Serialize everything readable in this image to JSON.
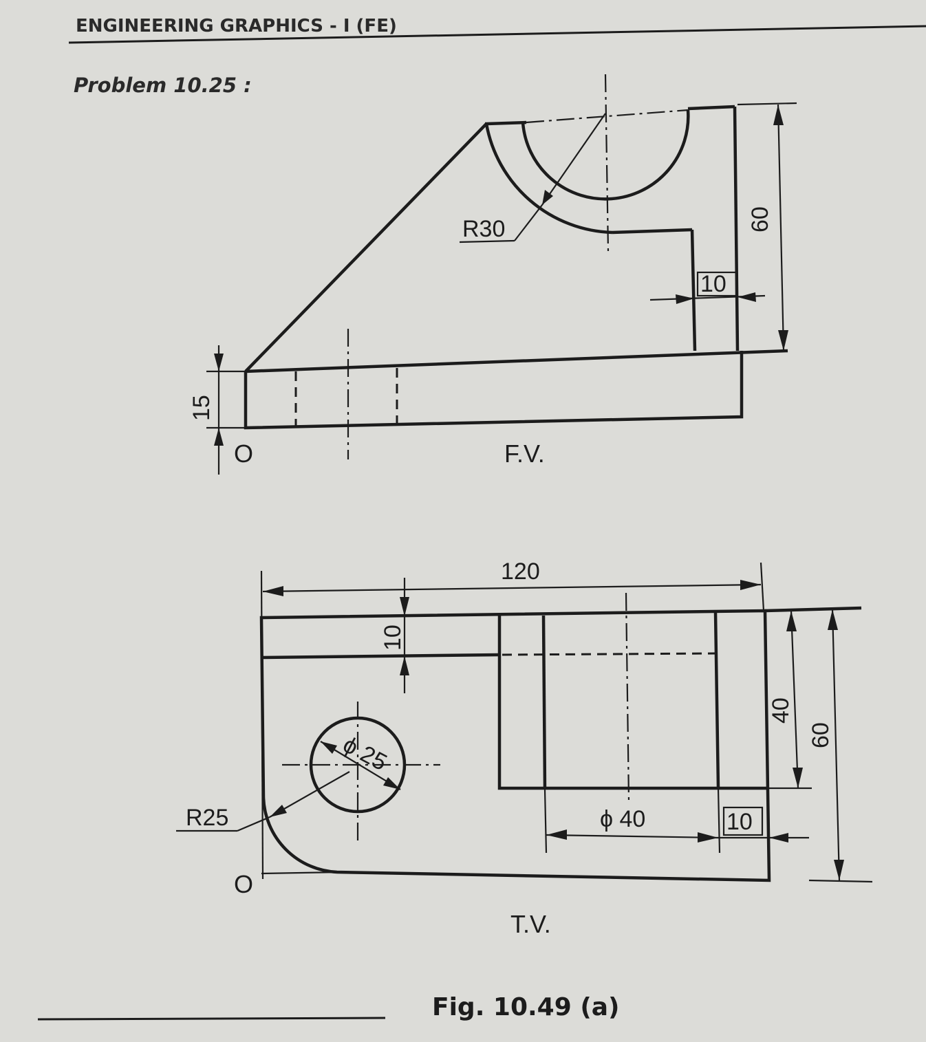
{
  "header": "ENGINEERING GRAPHICS - I (FE)",
  "problem": "Problem 10.25 :",
  "front_view": {
    "label": "F.V.",
    "origin": "O",
    "dims": {
      "radius": "R30",
      "wall": "10",
      "height": "60",
      "base": "15"
    }
  },
  "top_view": {
    "label": "T.V.",
    "origin": "O",
    "dims": {
      "length": "120",
      "width_total": "60",
      "width_inner": "40",
      "rib": "10",
      "hole_dia": "ϕ 25",
      "bore_dia": "ϕ 40",
      "wall": "10",
      "corner_radius": "R25"
    }
  },
  "caption": "Fig. 10.49 (a)"
}
